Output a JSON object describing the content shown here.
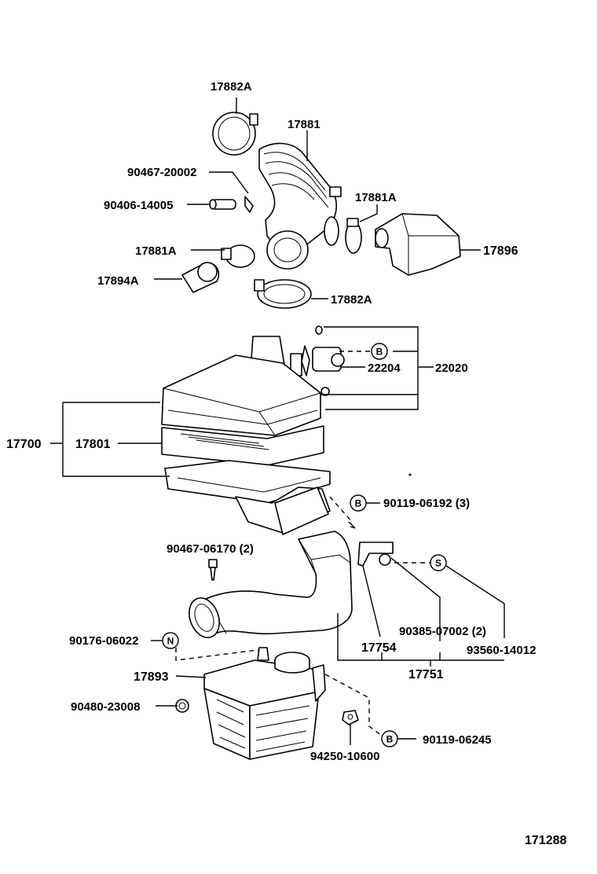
{
  "labels": {
    "p17882A_top": "17882A",
    "p17881": "17881",
    "p90467_20002": "90467-20002",
    "p90406_14005": "90406-14005",
    "p17881A_right": "17881A",
    "p17896": "17896",
    "p17881A_left": "17881A",
    "p17894A": "17894A",
    "p17882A_bottom": "17882A",
    "p22204": "22204",
    "p22020": "22020",
    "p17700": "17700",
    "p17801": "17801",
    "p90119_06192": "90119-06192 (3)",
    "p90467_06170": "90467-06170 (2)",
    "p90385_07002": "90385-07002 (2)",
    "p90176_06022": "90176-06022",
    "p17754": "17754",
    "p93560_14012": "93560-14012",
    "p17751": "17751",
    "p17893": "17893",
    "p90480_23008": "90480-23008",
    "p90119_06245": "90119-06245",
    "p94250_10600": "94250-10600",
    "diagram_number": "171288"
  },
  "markers": {
    "b1": "B",
    "b2": "B",
    "b3": "B",
    "s": "S",
    "n": "N"
  }
}
